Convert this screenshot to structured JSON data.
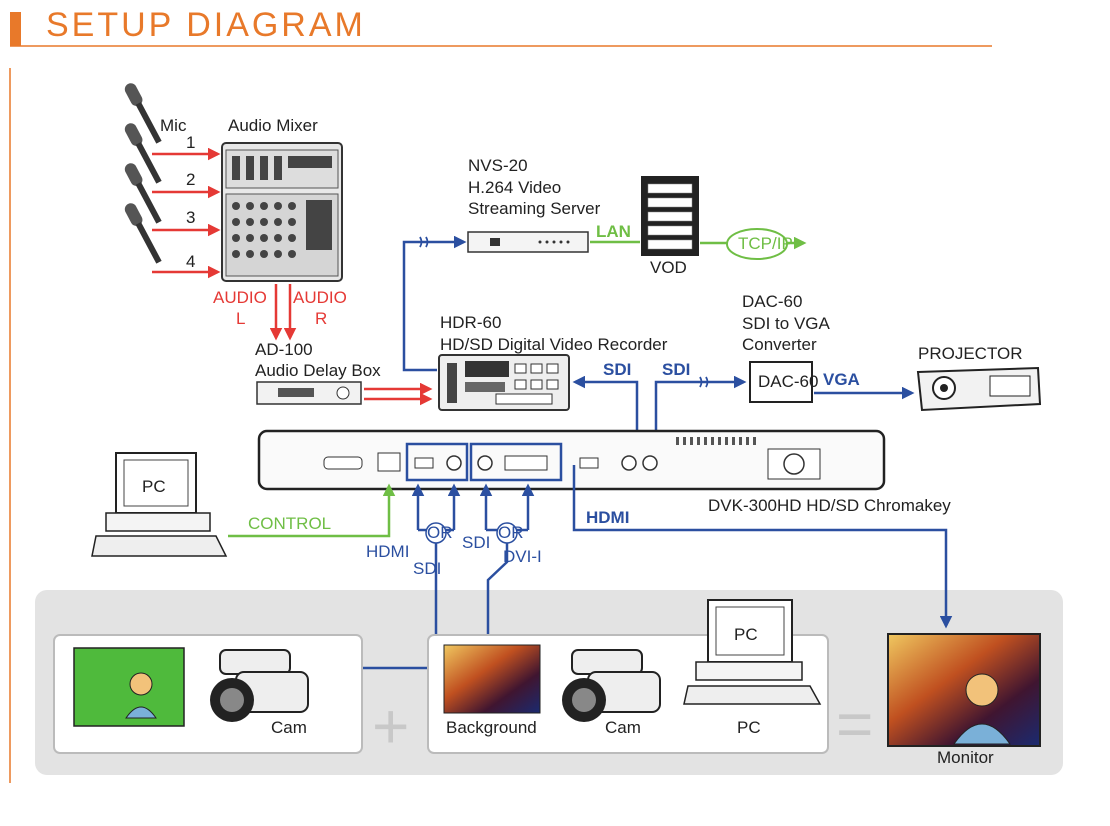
{
  "title": "SETUP DIAGRAM",
  "colors": {
    "accent": "#e8792a",
    "audio": "#e53935",
    "video": "#2b4fa0",
    "network": "#6fbe45",
    "panel": "#e3e3e3",
    "chroma_green": "#4fba3c"
  },
  "labels": {
    "mic": "Mic",
    "mic_numbers": [
      "1",
      "2",
      "3",
      "4"
    ],
    "audio_mixer": "Audio Mixer",
    "audio_l": "AUDIO",
    "audio_l2": "L",
    "audio_r": "AUDIO",
    "audio_r2": "R",
    "ad100_line1": "AD-100",
    "ad100_line2": "Audio Delay Box",
    "nvs_line1": "NVS-20",
    "nvs_line2": "H.264 Video",
    "nvs_line3": "Streaming Server",
    "lan": "LAN",
    "vod": "VOD",
    "tcpip": "TCP/IP",
    "hdr_line1": "HDR-60",
    "hdr_line2": "HD/SD Digital Video Recorder",
    "sdi": "SDI",
    "dac_line1": "DAC-60",
    "dac_line2": "SDI to VGA",
    "dac_line3": "Converter",
    "dac_box": "DAC-60",
    "vga": "VGA",
    "projector": "PROJECTOR",
    "pc": "PC",
    "control": "CONTROL",
    "or": "OR",
    "hdmi": "HDMI",
    "dvi": "DVI-I",
    "dvk": "DVK-300HD  HD/SD Chromakey",
    "cam": "Cam",
    "background": "Background",
    "monitor": "Monitor",
    "plus": "+",
    "equals": "="
  }
}
